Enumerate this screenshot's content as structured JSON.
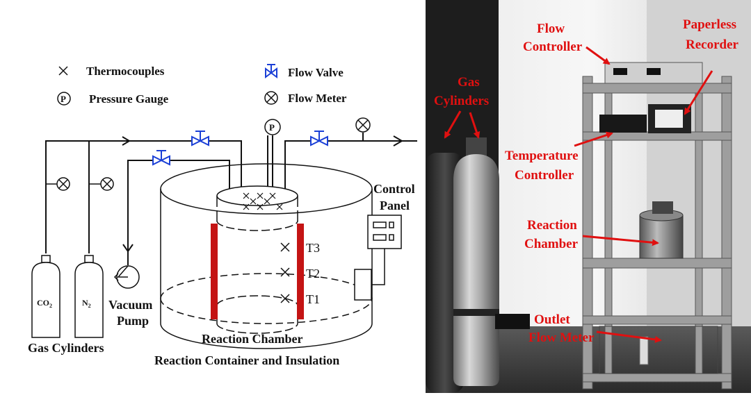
{
  "legend": {
    "thermocouples": "Thermocouples",
    "pressure_gauge": "Pressure Gauge",
    "pressure_symbol": "P",
    "flow_valve": "Flow Valve",
    "flow_meter": "Flow Meter"
  },
  "schematic": {
    "gas_cylinders_label": "Gas Cylinders",
    "co2": "CO",
    "co2_sub": "2",
    "n2": "N",
    "n2_sub": "2",
    "vacuum_pump": "Vacuum Pump",
    "vacuum_line1": "Vacuum",
    "vacuum_line2": "Pump",
    "reaction_chamber": "Reaction Chamber",
    "container": "Reaction Container and Insulation",
    "control_panel_line1": "Control",
    "control_panel_line2": "Panel",
    "t3": "T3",
    "t2": "T2",
    "t1": "T1"
  },
  "photo_labels": {
    "flow_controller_1": "Flow",
    "flow_controller_2": "Controller",
    "paperless_1": "Paperless",
    "paperless_2": "Recorder",
    "gas_cyl_1": "Gas",
    "gas_cyl_2": "Cylinders",
    "temp_1": "Temperature",
    "temp_2": "Controller",
    "reaction_1": "Reaction",
    "reaction_2": "Chamber",
    "outlet_1": "Outlet",
    "outlet_2": "Flow Meter"
  },
  "colors": {
    "line": "#111111",
    "valve": "#1a3fd6",
    "heater": "#c41414",
    "annotation": "#e01010"
  }
}
